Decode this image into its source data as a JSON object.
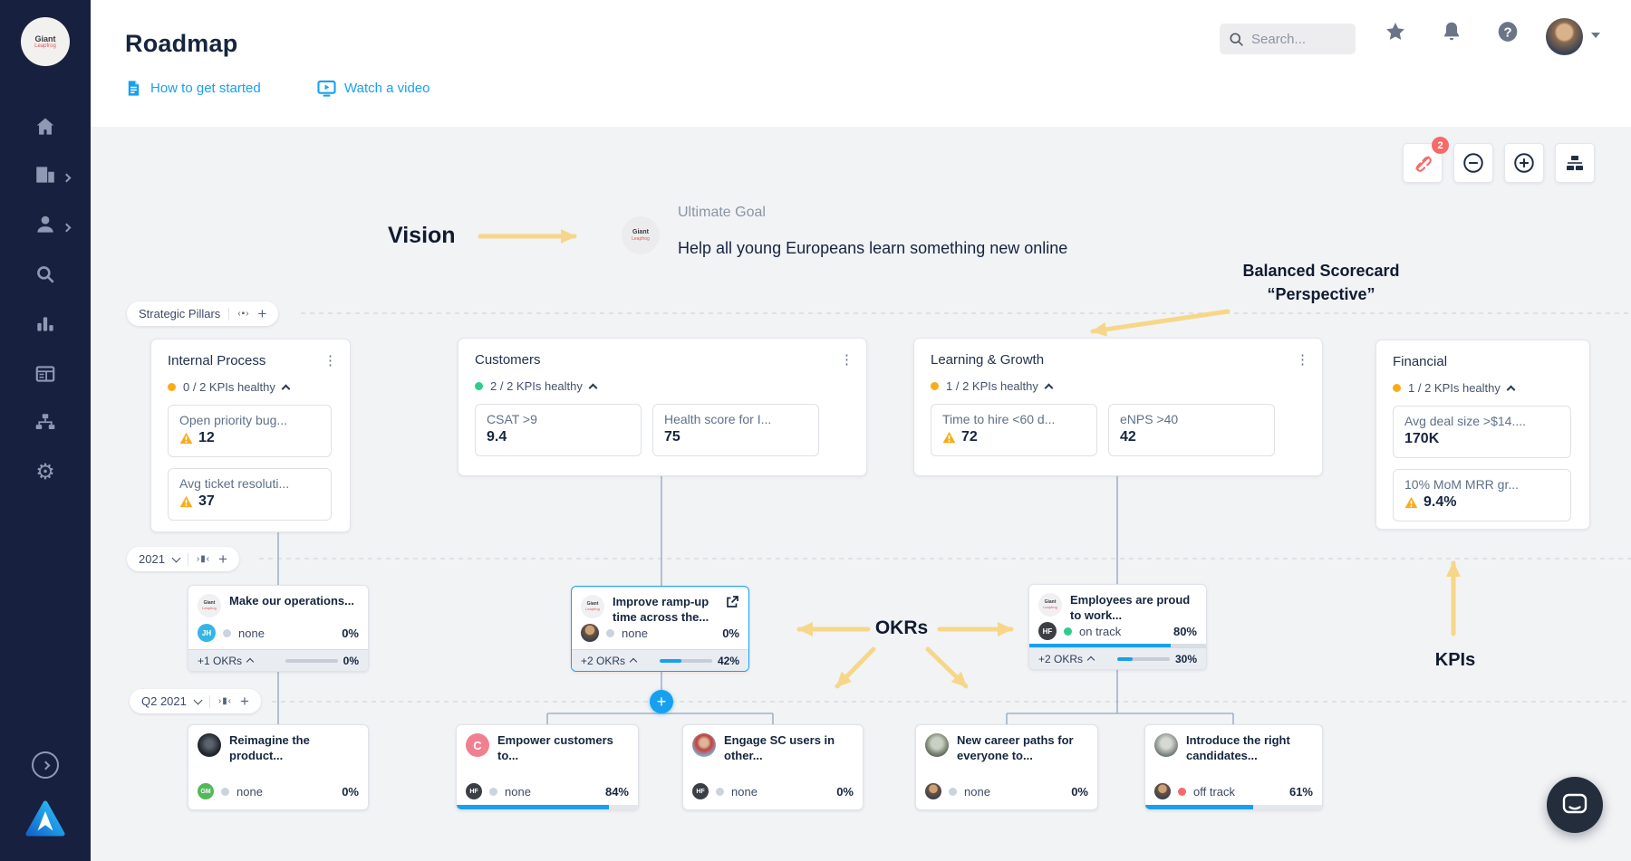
{
  "brand": {
    "workspace_line1": "Giant",
    "workspace_line2": "Leapfrog"
  },
  "header": {
    "title": "Roadmap",
    "guide_link": "How to get started",
    "video_link": "Watch a video",
    "search_placeholder": "Search..."
  },
  "toolbar": {
    "hidden_items_count": "2"
  },
  "annotations": {
    "vision": "Vision",
    "goal_label": "Ultimate Goal",
    "goal_text": "Help all young Europeans learn something new online",
    "scorecard_line1": "Balanced Scorecard",
    "scorecard_line2": "“Perspective”",
    "okrs": "OKRs",
    "kpis": "KPIs"
  },
  "chips": {
    "pillars": "Strategic Pillars",
    "year": "2021",
    "quarter": "Q2 2021"
  },
  "icons": {
    "kebab": "⋮",
    "plus": "+",
    "collapse": "‹▪›",
    "timeframe_collapse": "›▮‹",
    "expand_chevron": "›"
  },
  "pillars": [
    {
      "title": "Internal Process",
      "health": "0 / 2 KPIs healthy",
      "status": "warning",
      "kpis": [
        {
          "name": "Open priority bug...",
          "value": "12",
          "warning": true
        },
        {
          "name": "Avg ticket resoluti...",
          "value": "37",
          "warning": true
        }
      ]
    },
    {
      "title": "Customers",
      "health": "2 / 2 KPIs healthy",
      "status": "healthy",
      "kpis": [
        {
          "name": "CSAT >9",
          "value": "9.4",
          "warning": false
        },
        {
          "name": "Health score for I...",
          "value": "75",
          "warning": false
        }
      ]
    },
    {
      "title": "Learning & Growth",
      "health": "1 / 2 KPIs healthy",
      "status": "warning",
      "kpis": [
        {
          "name": "Time to hire <60 d...",
          "value": "72",
          "warning": true
        },
        {
          "name": "eNPS >40",
          "value": "42",
          "warning": false
        }
      ]
    },
    {
      "title": "Financial",
      "health": "1 / 2 KPIs healthy",
      "status": "warning",
      "kpis": [
        {
          "name": "Avg deal size >$14....",
          "value": "170K",
          "warning": false
        },
        {
          "name": "10% MoM MRR gr...",
          "value": "9.4%",
          "warning": true
        }
      ]
    }
  ],
  "okr_cards": [
    {
      "title": "Make our operations...",
      "owner_initials": "JH",
      "status": "none",
      "progress": "0%",
      "group_label": "+1 OKRs",
      "group_progress": "0%",
      "group_pct": 0
    },
    {
      "title": "Improve ramp-up time across the...",
      "status": "none",
      "progress": "0%",
      "group_label": "+2 OKRs",
      "group_progress": "42%",
      "group_pct": 42,
      "selected": true
    },
    {
      "title": "Employees are proud to work...",
      "owner_initials": "HF",
      "status": "on track",
      "progress": "80%",
      "progress_pct": 80,
      "group_label": "+2 OKRs",
      "group_progress": "30%",
      "group_pct": 30
    }
  ],
  "objective_cards": [
    {
      "title": "Reimagine the product...",
      "owner_initials": "GM",
      "status": "none",
      "progress": "0%",
      "pct": 0
    },
    {
      "title": "Empower customers to...",
      "avatar_letter": "C",
      "owner_initials": "HF",
      "status": "none",
      "progress": "84%",
      "pct": 84
    },
    {
      "title": "Engage SC users in other...",
      "owner_initials": "HF",
      "status": "none",
      "progress": "0%",
      "pct": 0
    },
    {
      "title": "New career paths for everyone to...",
      "status": "none",
      "progress": "0%",
      "pct": 0
    },
    {
      "title": "Introduce the right candidates...",
      "status": "off track",
      "progress": "61%",
      "pct": 61
    }
  ],
  "colors": {
    "accent": "#18a0f0",
    "sidebar": "#18203f",
    "warning": "#fbab17",
    "healthy": "#2ecc8e",
    "danger": "#f56a6a",
    "arrow": "#f6d78a"
  }
}
